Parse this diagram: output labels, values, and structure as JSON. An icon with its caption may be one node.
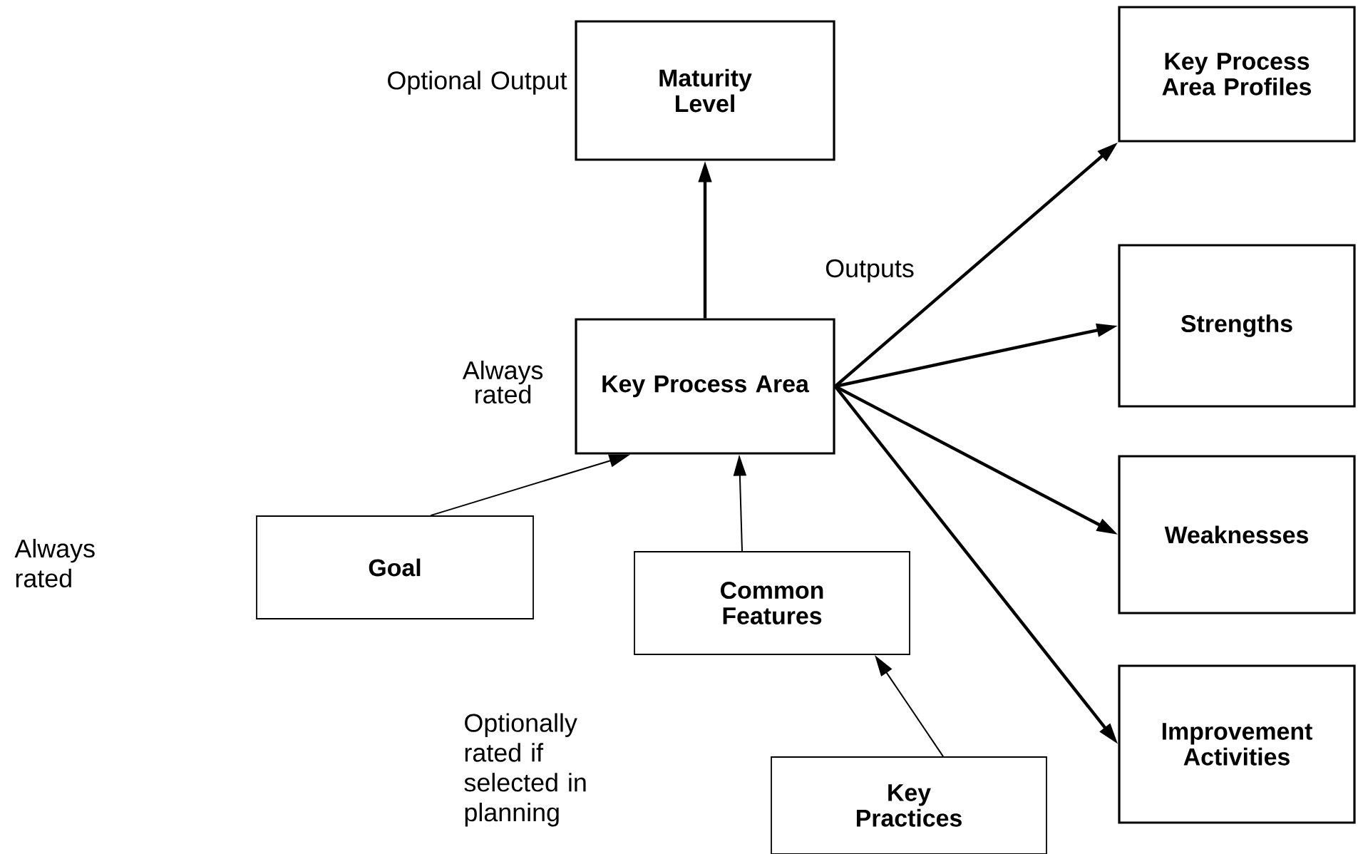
{
  "diagram": {
    "nodes": [
      {
        "text": [
          "Maturity Level"
        ],
        "beside": [
          "Optional Output"
        ]
      },
      {
        "text": [
          "Key Process Area"
        ],
        "beside": [
          "Always rated"
        ]
      },
      {
        "text": [
          "Key Process Area Profiles"
        ]
      },
      {
        "text": [
          "Strengths"
        ]
      },
      {
        "text": [
          "Weaknesses"
        ]
      },
      {
        "text": [
          "Improvement Activities"
        ]
      },
      {
        "text": [
          "Goal"
        ]
      },
      {
        "text": [
          "Common Features"
        ]
      },
      {
        "text": [
          "Key Practices"
        ]
      }
    ],
    "edges": [
      {
        "from": 1,
        "to": 0,
        "arrow": "to"
      },
      {
        "from": 1,
        "to": 2,
        "arrow": "to"
      },
      {
        "from": 1,
        "to": 3,
        "arrow": "to"
      },
      {
        "from": 1,
        "to": 4,
        "arrow": "to"
      },
      {
        "from": 1,
        "to": 5,
        "arrow": "to"
      },
      {
        "from": 6,
        "to": 1,
        "arrow": "to"
      },
      {
        "from": 7,
        "to": 1,
        "arrow": "to"
      },
      {
        "from": 8,
        "to": 7,
        "arrow": "to"
      }
    ],
    "labels": [
      "Outputs",
      "Always rated",
      "Optionally rated if selected in planning"
    ]
  }
}
